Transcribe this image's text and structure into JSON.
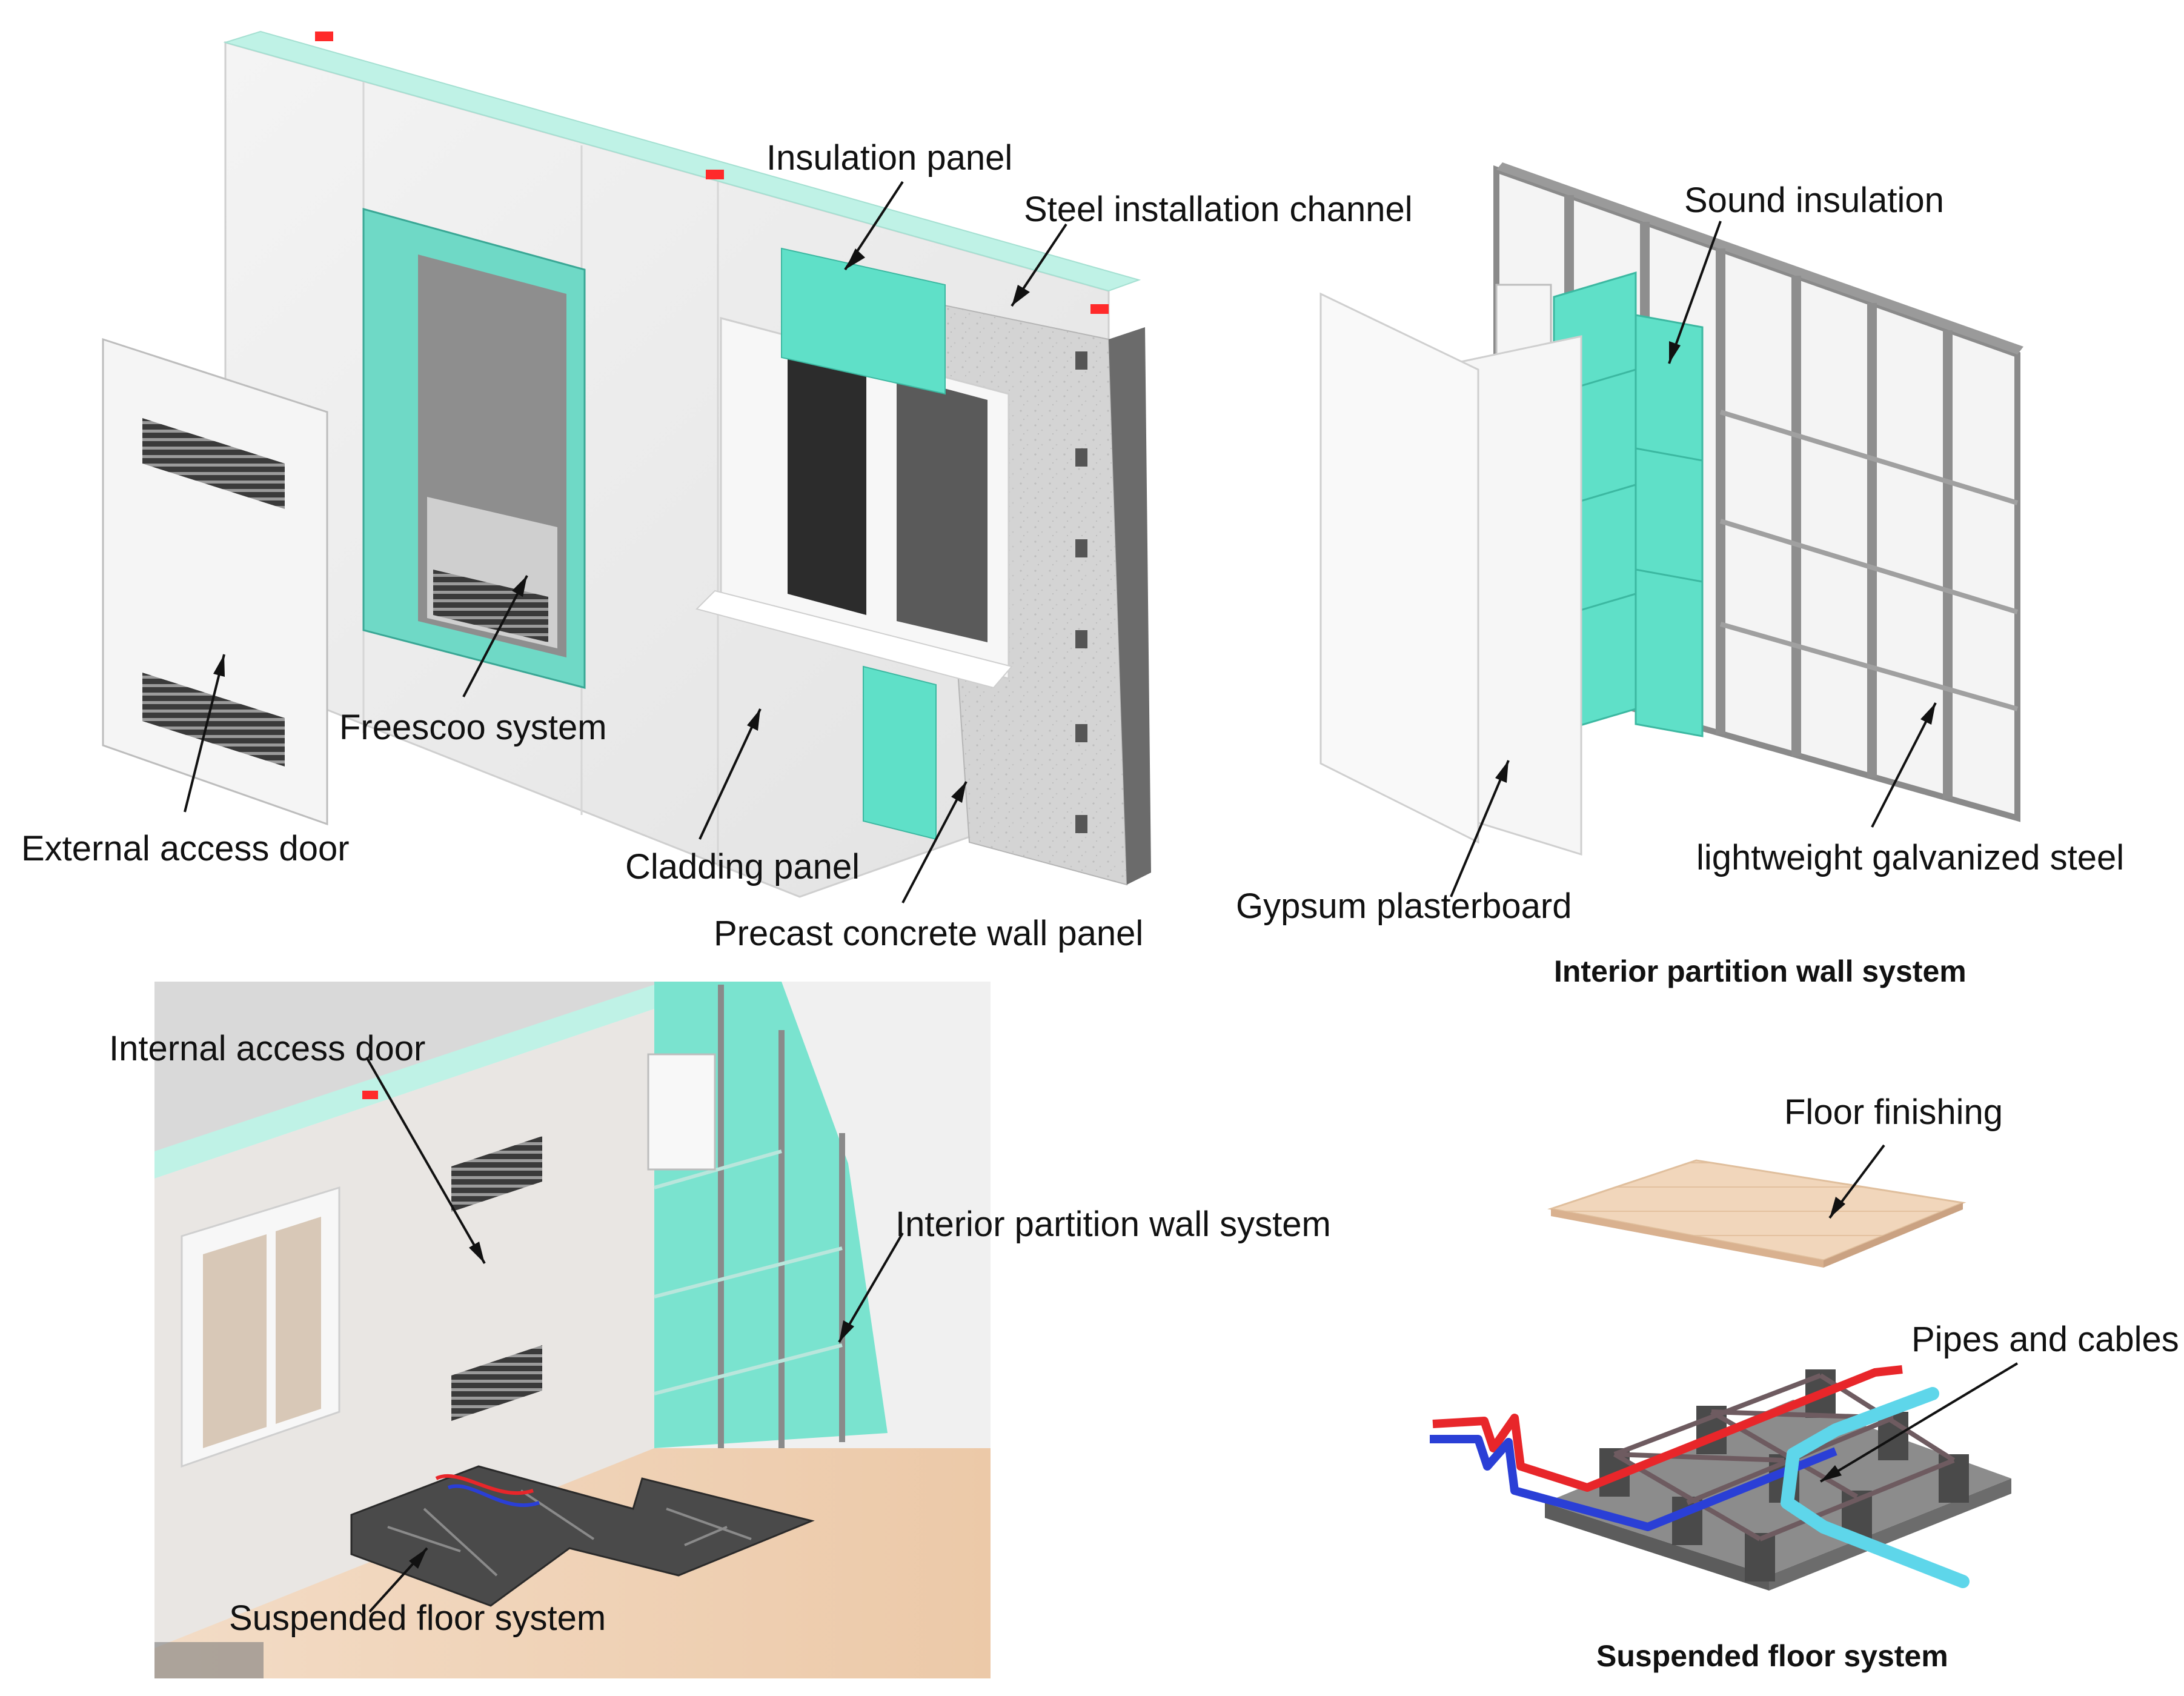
{
  "labels": {
    "insulation_panel": "Insulation panel",
    "steel_installation_channel": "Steel installation channel",
    "freescoo_system": "Freescoo system",
    "external_access_door": "External access door",
    "cladding_panel": "Cladding panel",
    "precast_concrete_wall_panel": "Precast concrete wall panel",
    "sound_insulation": "Sound insulation",
    "gypsum_plasterboard": "Gypsum plasterboard",
    "lightweight_galvanized_steel": "lightweight galvanized steel",
    "internal_access_door": "Internal access door",
    "interior_partition_wall_system": "Interior partition wall system",
    "suspended_floor_system": "Suspended floor system",
    "floor_finishing": "Floor finishing",
    "pipes_and_cables": "Pipes and cables"
  },
  "captions": {
    "partition": "Interior partition wall system",
    "floor": "Suspended floor system"
  },
  "colors": {
    "insulation": "#5fe0c8",
    "panel": "#f2f2f2",
    "concrete": "#cfcfcf",
    "steel": "#8a8a8a",
    "pipe_red": "#e8262a",
    "pipe_blue": "#2a3fd6",
    "pipe_cyan": "#5ed6ea",
    "floor_wood": "#f1d7bf"
  }
}
